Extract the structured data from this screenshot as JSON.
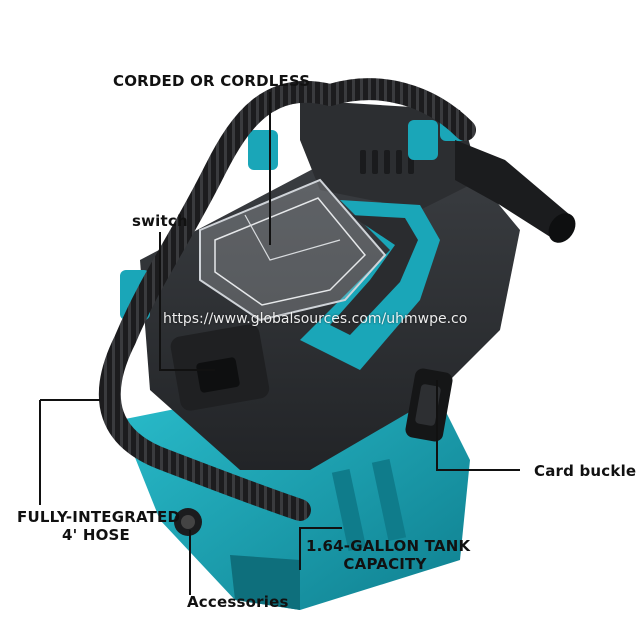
{
  "labels": {
    "corded": "CORDED OR CORDLESS",
    "switch": "switch",
    "card_buckle": "Card buckle",
    "hose_line1": "FULLY-INTEGRATED",
    "hose_line2": "4' HOSE",
    "tank_line1": "1.64-GALLON TANK",
    "tank_line2": "CAPACITY",
    "accessories": "Accessories"
  },
  "watermark": "https://www.globalsources.com/uhmwpe.co",
  "colors": {
    "teal": "#1a9fb0",
    "body_dark": "#2e3033",
    "hose": "#1c1c1e",
    "background": "#ffffff"
  }
}
